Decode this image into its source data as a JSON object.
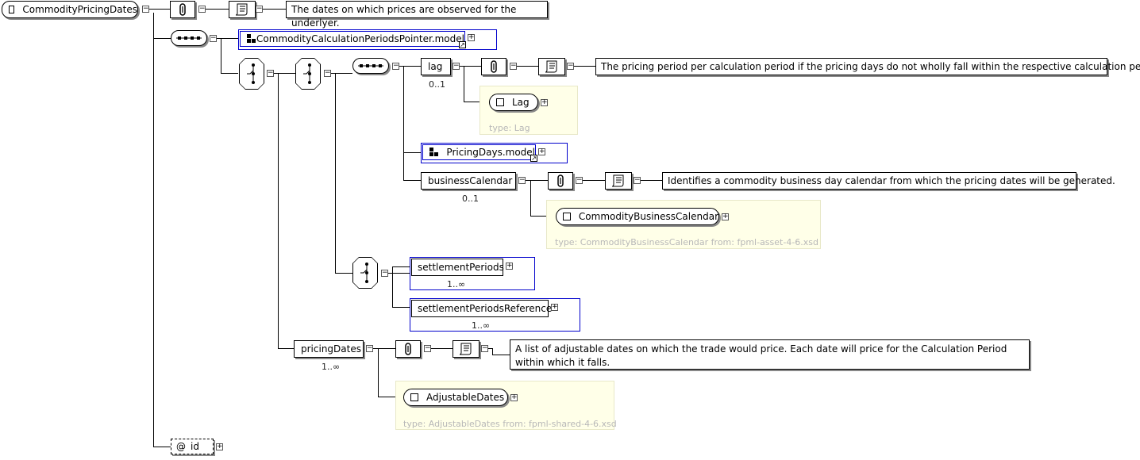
{
  "nodes": {
    "root": {
      "label": "CommodityPricingDates"
    },
    "root_doc": "The dates on which prices are observed for the underlyer.",
    "calc_periods_pointer": {
      "label": "CommodityCalculationPeriodsPointer.model"
    },
    "lag": {
      "label": "lag",
      "occurrence": "0..1"
    },
    "lag_doc": "The pricing period per calculation period if the pricing days do not wholly fall within the respective calculation period.",
    "lag_type": {
      "label": "Lag",
      "type_text": "type: Lag"
    },
    "pricing_days": {
      "label": "PricingDays.model"
    },
    "business_calendar": {
      "label": "businessCalendar",
      "occurrence": "0..1"
    },
    "business_calendar_doc": "Identifies a commodity business day calendar from which the pricing dates will be generated.",
    "business_calendar_type": {
      "label": "CommodityBusinessCalendar",
      "type_text": "type: CommodityBusinessCalendar from: fpml-asset-4-6.xsd"
    },
    "settlement_periods": {
      "label": "settlementPeriods",
      "occurrence": "1..∞"
    },
    "settlement_periods_ref": {
      "label": "settlementPeriodsReference",
      "occurrence": "1..∞"
    },
    "pricing_dates": {
      "label": "pricingDates",
      "occurrence": "1..∞"
    },
    "pricing_dates_doc": "A list of adjustable dates on which the trade would price. Each date will price for the Calculation Period within which it falls.",
    "pricing_dates_type": {
      "label": "AdjustableDates",
      "type_text": "type: AdjustableDates from: fpml-shared-4-6.xsd"
    },
    "id_attr": {
      "label": "id",
      "prefix": "@"
    }
  },
  "icons": {
    "annotation": "paperclip-icon",
    "documentation": "scroll-icon",
    "sequence": "sequence-compositor-icon",
    "choice": "choice-compositor-icon",
    "group": "group-icon",
    "expand": "plus-icon",
    "collapse": "minus-icon"
  },
  "colors": {
    "group_border": "#0000cc",
    "type_background": "#ffffe8",
    "type_text": "#b8b8b8"
  }
}
